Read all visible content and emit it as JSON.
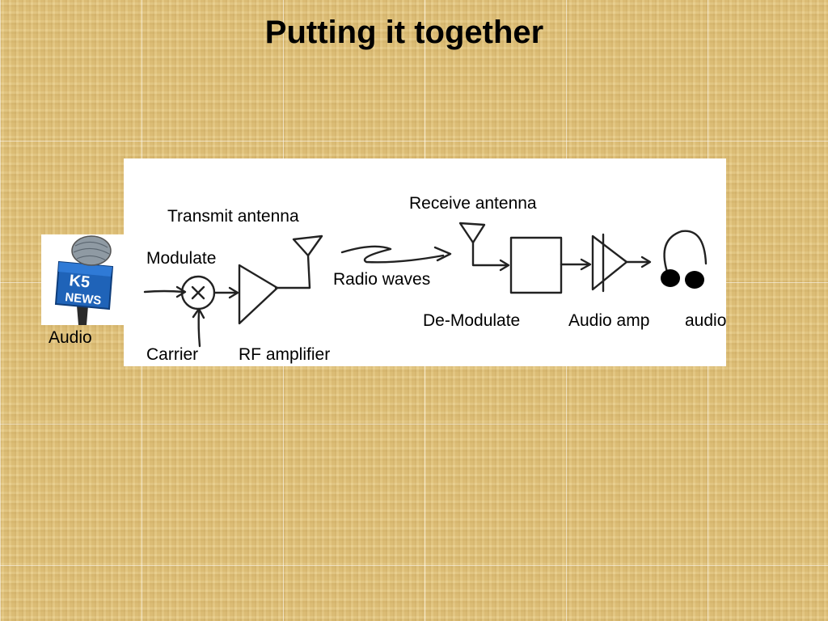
{
  "slide": {
    "title": "Putting it together"
  },
  "labels": {
    "audio_in": "Audio",
    "modulate": "Modulate",
    "transmit_antenna": "Transmit antenna",
    "carrier": "Carrier",
    "rf_amplifier": "RF amplifier",
    "radio_waves": "Radio waves",
    "receive_antenna": "Receive antenna",
    "demodulate": "De-Modulate",
    "audio_amp": "Audio amp",
    "audio_out": "audio"
  },
  "microphone": {
    "logo_text_top": "K5",
    "logo_text_bottom": "NEWS",
    "logo_color": "#1f63b8"
  }
}
